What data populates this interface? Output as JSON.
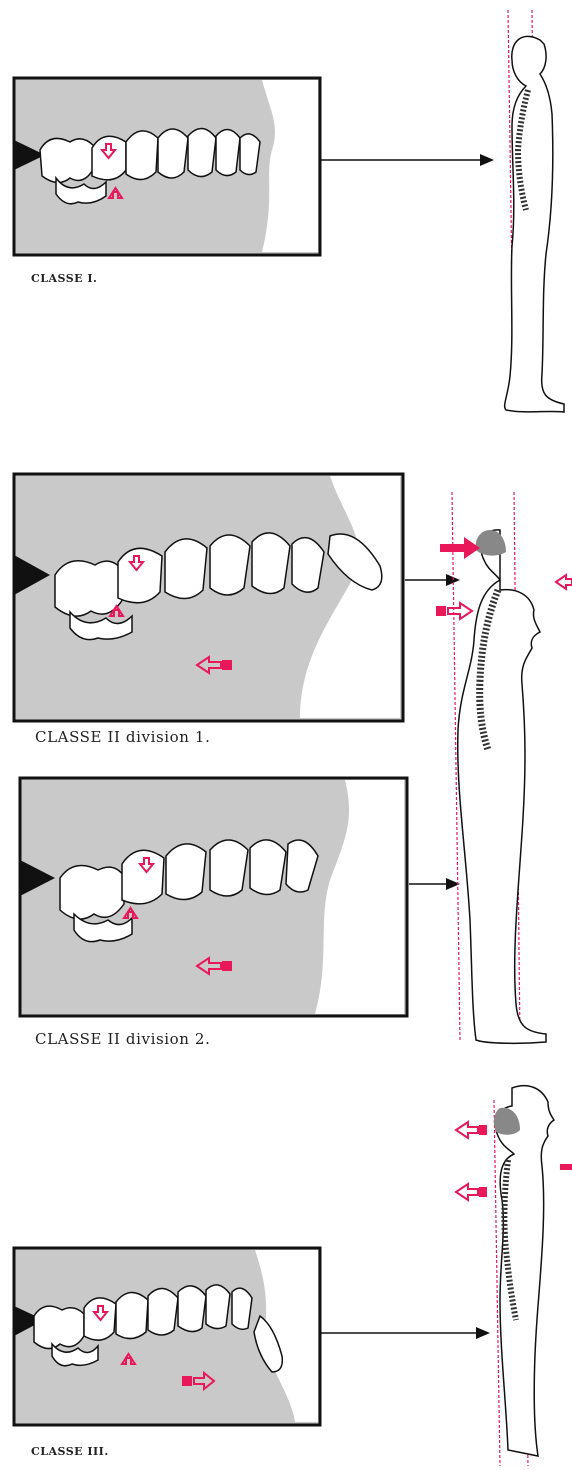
{
  "colors": {
    "accent": "#e8185a",
    "panel_bg": "#c9c9c9",
    "ink": "#111111"
  },
  "labels": {
    "class1": "CLASSE I.",
    "class2_div1": "CLASSE II division 1.",
    "class2_div2": "CLASSE II division 2.",
    "class3": "CLASSE III."
  },
  "icons": [
    "arrow-up-icon",
    "arrow-down-icon",
    "arrow-left-icon",
    "arrow-right-icon",
    "body-silhouette-icon",
    "teeth-icon"
  ]
}
